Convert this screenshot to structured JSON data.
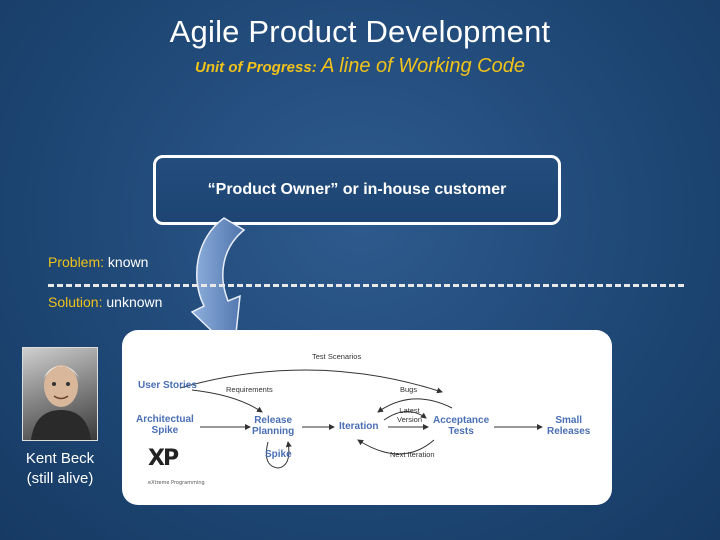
{
  "title": "Agile Product Development",
  "subtitle": {
    "lead": "Unit of Progress:",
    "main": "A line of Working Code"
  },
  "owner_box": "“Product Owner” or in-house customer",
  "problem": {
    "key": "Problem:",
    "value": "known"
  },
  "solution": {
    "key": "Solution:",
    "value": "unknown"
  },
  "caption": {
    "line1": "Kent Beck",
    "line2": "(still alive)"
  },
  "diagram": {
    "nodes": {
      "user_stories": "User Stories",
      "architectural_spike_1": "Architectual",
      "architectural_spike_2": "Spike",
      "release_planning_1": "Release",
      "release_planning_2": "Planning",
      "iteration": "Iteration",
      "acceptance_tests_1": "Acceptance",
      "acceptance_tests_2": "Tests",
      "small_releases_1": "Small",
      "small_releases_2": "Releases",
      "spike": "Spike"
    },
    "flows": {
      "test_scenarios": "Test Scenarios",
      "requirements": "Requirements",
      "bugs": "Bugs",
      "latest_version_1": "Latest",
      "latest_version_2": "Version",
      "next_iteration": "Next Iteration"
    },
    "logo": "XP",
    "logo_sub": "eXtreme Programming"
  },
  "colors": {
    "accent": "#f0c21a",
    "node": "#4a6fb5",
    "arrow": "#6f91c6"
  }
}
